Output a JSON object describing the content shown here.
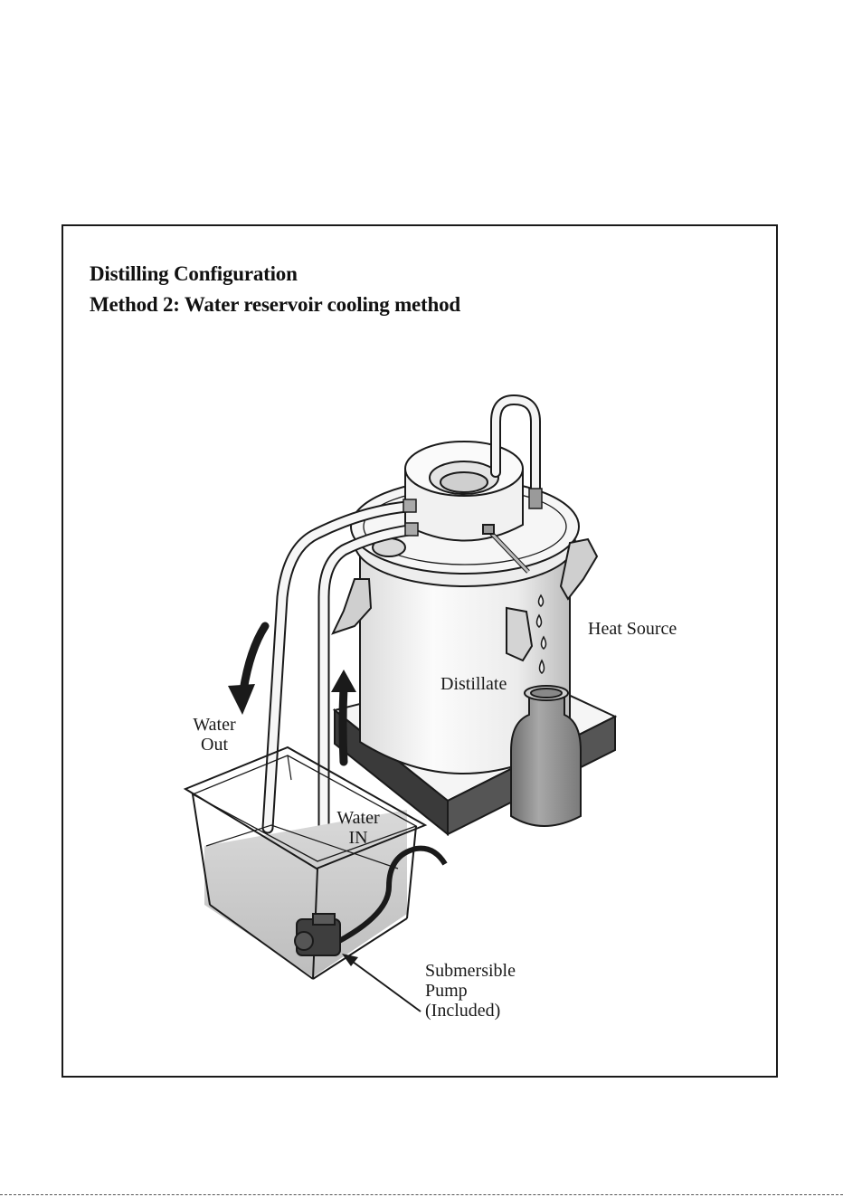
{
  "diagram": {
    "title": "Distilling Configuration",
    "subtitle": "Method 2: Water reservoir cooling method",
    "labels": {
      "heat_source": "Heat Source",
      "distillate": "Distillate",
      "water_out_line1": "Water",
      "water_out_line2": "Out",
      "water_in_line1": "Water",
      "water_in_line2": "IN",
      "pump_line1": "Submersible",
      "pump_line2": "Pump",
      "pump_line3": "(Included)"
    },
    "colors": {
      "line": "#1a1a1a",
      "steel_light": "#f2f2f2",
      "steel_mid": "#d6d6d6",
      "steel_dark": "#9a9a9a",
      "water": "#cfcfcf",
      "bottle": "#8f8f8f",
      "platform_side": "#3a3a3a"
    }
  }
}
